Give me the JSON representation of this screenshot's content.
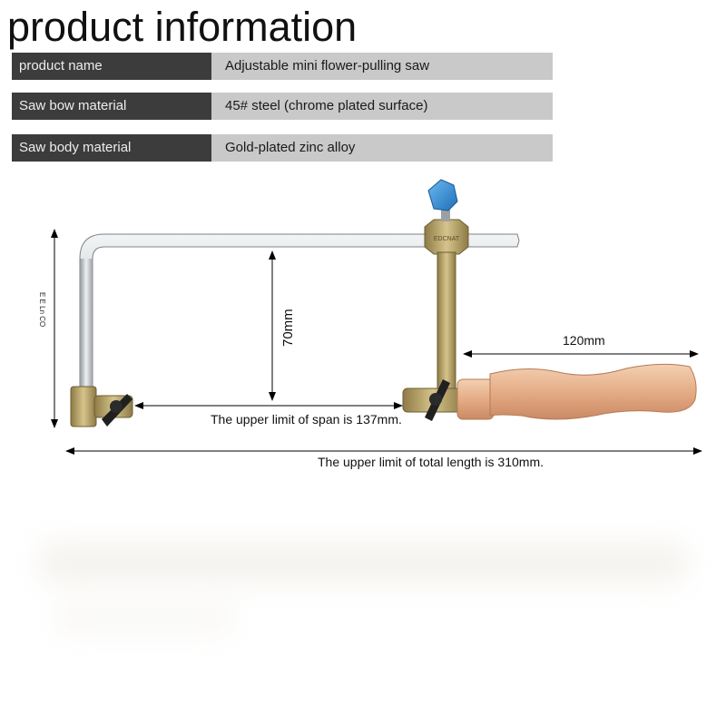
{
  "title": "product information",
  "specs": [
    {
      "label": "product name",
      "value": "Adjustable mini flower-pulling saw"
    },
    {
      "label": "Saw bow material",
      "value": "45# steel (chrome plated surface)"
    },
    {
      "label": "Saw body material",
      "value": "Gold-plated zinc alloy"
    }
  ],
  "dimensions": {
    "height_label": "70mm",
    "left_side_label": "E E Ln CO",
    "handle_label": "120mm",
    "span_label": "The upper limit of span is 137mm.",
    "total_length_label": "The upper limit of total length is 310mm."
  },
  "colors": {
    "label_bg": "#3c3c3c",
    "value_bg": "#c9c9c9",
    "knob_blue": "#3a8fd8",
    "brass": "#b8a56a",
    "wood": "#e7b58f",
    "steel": "#cfd3d6"
  }
}
